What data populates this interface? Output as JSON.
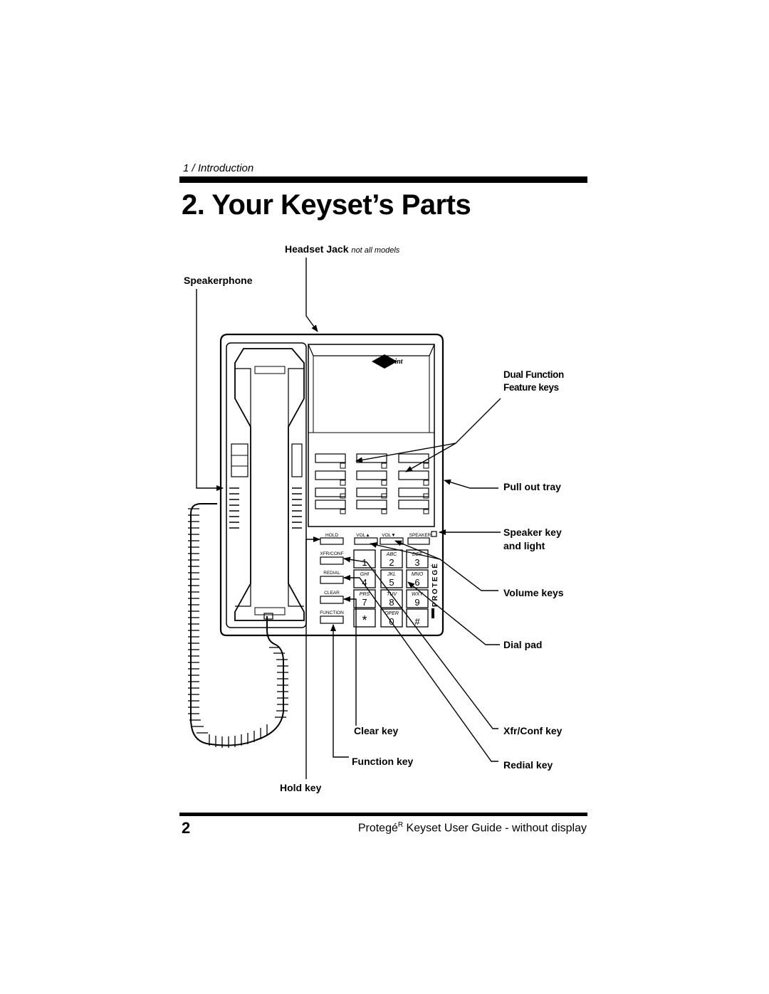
{
  "header": {
    "section": "1 / Introduction",
    "title": "2. Your Keyset’s Parts"
  },
  "callouts": {
    "headset_jack": "Headset Jack",
    "headset_jack_note": "not all models",
    "speakerphone": "Speakerphone",
    "dual_function_line1": "Dual Function",
    "dual_function_line2": "Feature keys",
    "pull_out_tray": "Pull out tray",
    "speaker_key_line1": "Speaker key",
    "speaker_key_line2": "and light",
    "volume_keys": "Volume keys",
    "dial_pad": "Dial pad",
    "clear_key": "Clear key",
    "function_key": "Function key",
    "hold_key": "Hold key",
    "xfr_conf_key": "Xfr/Conf key",
    "redial_key": "Redial key"
  },
  "phone": {
    "brand": "Sprint",
    "side_logo": "PROTEGÉ",
    "top_keys": [
      "HOLD",
      "VOL▲",
      "VOL▼",
      "SPEAKER"
    ],
    "left_keys": [
      "XFR/CONF",
      "REDIAL",
      "CLEAR",
      "FUNCTION"
    ],
    "dial_numbers": [
      "1",
      "2",
      "3",
      "4",
      "5",
      "6",
      "7",
      "8",
      "9",
      "*",
      "0",
      "#"
    ],
    "dial_letters": [
      "",
      "ABC",
      "DEF",
      "GHI",
      "JKL",
      "MNO",
      "PRS",
      "TUV",
      "WXY",
      "",
      "OPER",
      ""
    ]
  },
  "footer": {
    "page_number": "2",
    "guide_prefix": "Protegé",
    "registered": "R",
    "guide_suffix": " Keyset User Guide - without display"
  }
}
